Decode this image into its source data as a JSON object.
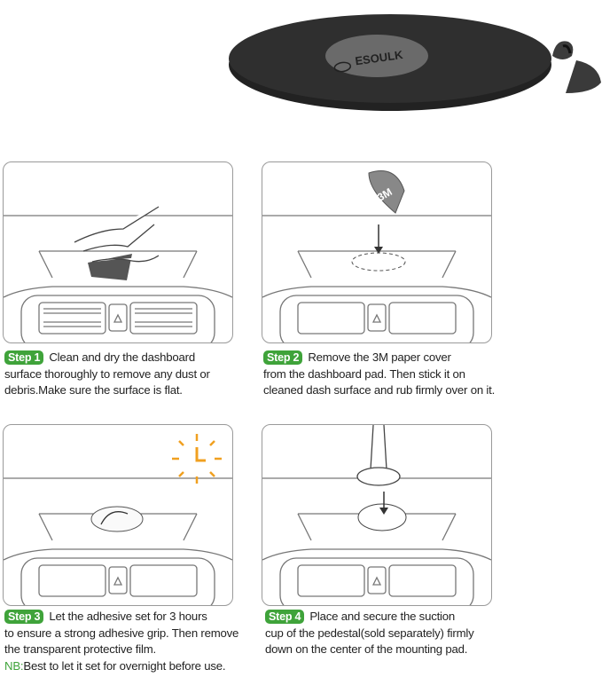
{
  "product": {
    "brand_logo": "ESOULK"
  },
  "steps": [
    {
      "badge": "Step 1",
      "text_first": "Clean and dry the dashboard",
      "text_rest": "surface thoroughly to remove any dust or debris.Make sure the surface is flat."
    },
    {
      "badge": "Step 2",
      "text_first": "Remove the 3M paper cover",
      "text_rest": "from the dashboard pad. Then stick it on cleaned dash surface and rub firmly over on it.",
      "film_label": "3M"
    },
    {
      "badge": "Step 3",
      "text_first": "Let the adhesive set for 3 hours",
      "text_rest": "to ensure a strong adhesive grip. Then remove the transparent protective film.",
      "nb_label": "NB:",
      "nb_text": "Best to let it set for overnight before use."
    },
    {
      "badge": "Step 4",
      "text_first": "Place and secure the suction",
      "text_rest": "cup of the pedestal(sold separately) firmly down on the center of the mounting pad."
    }
  ],
  "colors": {
    "accent_green": "#3fa33a",
    "clock_orange": "#f0a020",
    "pad_dark": "#2b2b2b",
    "pad_center": "#6a6a6a"
  }
}
